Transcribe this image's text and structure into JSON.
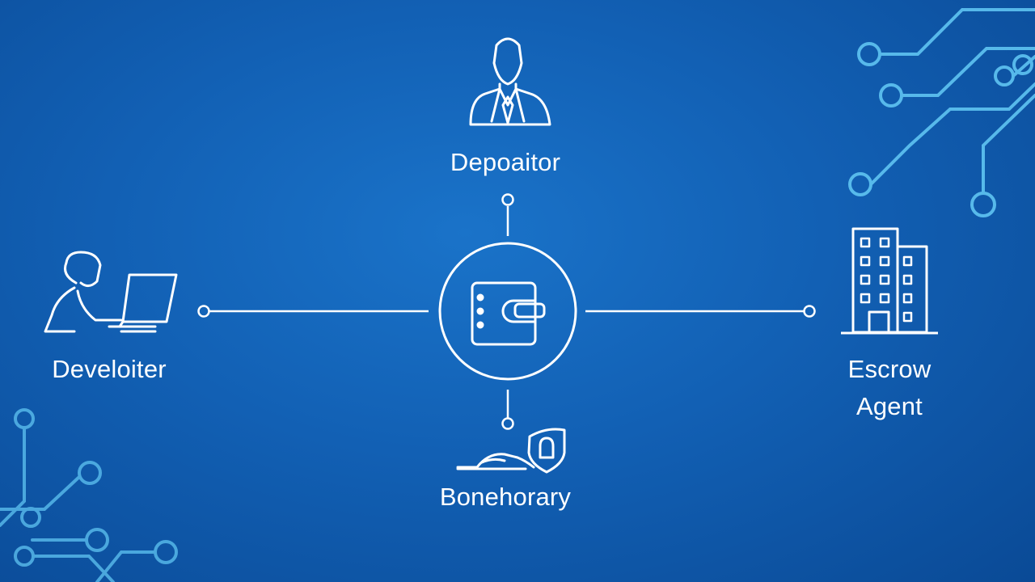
{
  "nodes": {
    "depositor": {
      "label": "Depoaitor",
      "icon": "businessman-icon"
    },
    "developer": {
      "label": "Develoiter",
      "icon": "developer-laptop-icon"
    },
    "beneficiary": {
      "label": "Bonehorary",
      "icon": "hand-shield-icon"
    },
    "escrow_agent": {
      "label_line1": "Escrow",
      "label_line2": "Agent",
      "icon": "office-building-icon"
    },
    "center": {
      "icon": "wallet-icon"
    }
  },
  "colors": {
    "background": "#1260b4",
    "stroke": "#ffffff",
    "circuit": "#5fc4f2"
  }
}
